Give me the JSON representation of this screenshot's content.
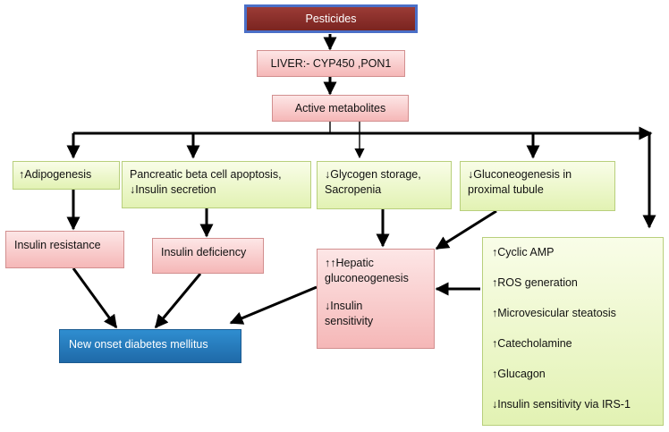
{
  "nodes": {
    "pesticides": "Pesticides",
    "liver": "LIVER:- CYP450 ,PON1",
    "metabolites": "Active metabolites",
    "adipogenesis": "↑Adipogenesis",
    "pancreatic": [
      "Pancreatic beta cell apoptosis,",
      "↓Insulin secretion"
    ],
    "glycogen": [
      "↓Glycogen storage,",
      "Sacropenia"
    ],
    "gluconeogenesis_tubule": [
      "↓Gluconeogenesis in",
      "proximal tubule"
    ],
    "insulin_resistance": "Insulin resistance",
    "insulin_deficiency": "Insulin deficiency",
    "hepatic": [
      "↑↑Hepatic",
      "gluconeogenesis",
      "↓Insulin",
      "sensitivity"
    ],
    "diabetes": "New onset diabetes mellitus",
    "effects": [
      "↑Cyclic AMP",
      "↑ROS generation",
      "↑Microvesicular steatosis",
      "↑Catecholamine",
      "↑Glucagon",
      "↓Insulin sensitivity via IRS-1"
    ]
  },
  "colors": {
    "red_box": "#f5b7b7",
    "green_box": "#e2f2b3",
    "top_box": "#7a2420",
    "blue_box": "#1f6aa8",
    "arrow": "#000000"
  }
}
